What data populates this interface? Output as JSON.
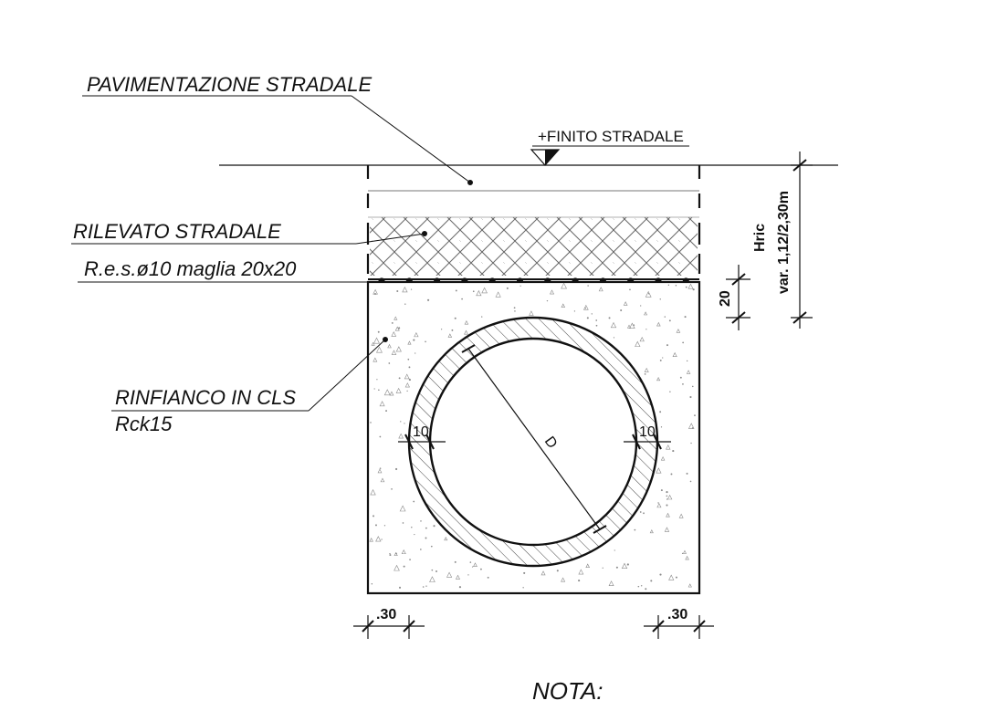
{
  "labels": {
    "pavimentazione": "PAVIMENTAZIONE STRADALE",
    "finito": "+FINITO STRADALE",
    "rilevato": "RILEVATO STRADALE",
    "res": "R.e.s.ø10 maglia 20x20",
    "rinfianco_line1": "RINFIANCO IN CLS",
    "rinfianco_line2": "Rck15",
    "nota": "NOTA:"
  },
  "dimensions": {
    "hric_label": "Hric",
    "hric_value": "var. 1,12/2,30m",
    "layer_20": "20",
    "side_left": ".30",
    "side_right": ".30",
    "wall_left": "10",
    "wall_right": "10",
    "diameter": "D"
  },
  "colors": {
    "line": "#111111",
    "hatch": "#555555",
    "pipe_hatch": "#444444",
    "concrete_speck": "#8a8a8a",
    "background": "#ffffff"
  }
}
